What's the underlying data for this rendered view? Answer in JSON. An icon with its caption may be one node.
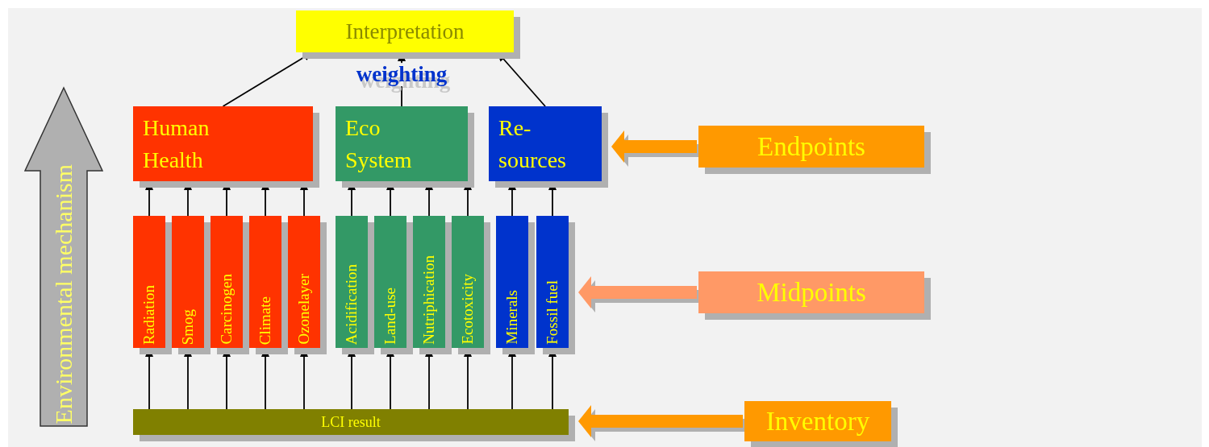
{
  "diagram": {
    "nodes": [
      {
        "text": [
          "Interpretation"
        ]
      },
      {
        "text": [
          "Human Health"
        ]
      },
      {
        "text": [
          "Eco System"
        ]
      },
      {
        "text": [
          "Re- sources"
        ]
      },
      {
        "text": [
          "Radiation"
        ]
      },
      {
        "text": [
          "Smog"
        ]
      },
      {
        "text": [
          "Carcinogen"
        ]
      },
      {
        "text": [
          "Climate"
        ]
      },
      {
        "text": [
          "Ozonelayer"
        ]
      },
      {
        "text": [
          "Acidification"
        ]
      },
      {
        "text": [
          "Land-use"
        ]
      },
      {
        "text": [
          "Nutriphication"
        ]
      },
      {
        "text": [
          "Ecotoxicity"
        ]
      },
      {
        "text": [
          "Minerals"
        ]
      },
      {
        "text": [
          "Fossil fuel"
        ]
      },
      {
        "text": [
          "LCI result"
        ]
      },
      {
        "text": [
          "Endpoints"
        ]
      },
      {
        "text": [
          "Midpoints"
        ]
      },
      {
        "text": [
          "Inventory"
        ]
      },
      {
        "text": [
          "Environmental mechanism"
        ]
      }
    ],
    "edges": [
      {
        "from": 1,
        "to": 0,
        "arrow": "to"
      },
      {
        "from": 2,
        "to": 0,
        "arrow": "to",
        "label": "weighting"
      },
      {
        "from": 3,
        "to": 0,
        "arrow": "to"
      },
      {
        "from": 4,
        "to": 1,
        "arrow": "to"
      },
      {
        "from": 5,
        "to": 1,
        "arrow": "to"
      },
      {
        "from": 6,
        "to": 1,
        "arrow": "to"
      },
      {
        "from": 7,
        "to": 1,
        "arrow": "to"
      },
      {
        "from": 8,
        "to": 1,
        "arrow": "to"
      },
      {
        "from": 9,
        "to": 2,
        "arrow": "to"
      },
      {
        "from": 10,
        "to": 2,
        "arrow": "to"
      },
      {
        "from": 11,
        "to": 2,
        "arrow": "to"
      },
      {
        "from": 12,
        "to": 2,
        "arrow": "to"
      },
      {
        "from": 13,
        "to": 3,
        "arrow": "to"
      },
      {
        "from": 14,
        "to": 3,
        "arrow": "to"
      },
      {
        "from": 15,
        "to": 4,
        "arrow": "to"
      },
      {
        "from": 15,
        "to": 5,
        "arrow": "to"
      },
      {
        "from": 15,
        "to": 6,
        "arrow": "to"
      },
      {
        "from": 15,
        "to": 7,
        "arrow": "to"
      },
      {
        "from": 15,
        "to": 8,
        "arrow": "to"
      },
      {
        "from": 15,
        "to": 9,
        "arrow": "to"
      },
      {
        "from": 15,
        "to": 10,
        "arrow": "to"
      },
      {
        "from": 15,
        "to": 11,
        "arrow": "to"
      },
      {
        "from": 15,
        "to": 12,
        "arrow": "to"
      },
      {
        "from": 15,
        "to": 13,
        "arrow": "to"
      },
      {
        "from": 15,
        "to": 14,
        "arrow": "to"
      },
      {
        "from": 16,
        "to": 3,
        "arrow": "to",
        "style": "thick",
        "color": "#ff9900"
      },
      {
        "from": 17,
        "to": 14,
        "arrow": "to",
        "style": "thick",
        "color": "#ff9966"
      },
      {
        "from": 18,
        "to": 15,
        "arrow": "to",
        "style": "thick",
        "color": "#ff9900"
      }
    ]
  }
}
